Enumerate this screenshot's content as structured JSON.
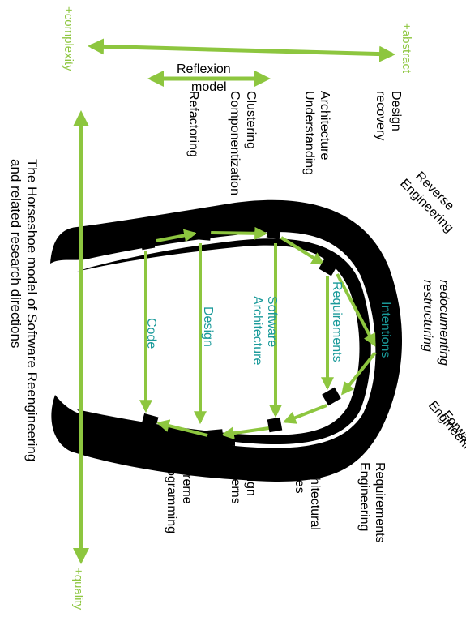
{
  "axes": {
    "top_left": "+complexity",
    "top_right": "+abstract",
    "bottom": "+quality",
    "accent_color": "#8dc63f"
  },
  "reflexion_model": [
    "Reflexion",
    "model"
  ],
  "top_labels": {
    "design_recovery": [
      "Design",
      "recovery"
    ],
    "architecture_understanding": [
      "Architecture",
      "Understanding"
    ],
    "clustering": "Clustering",
    "componentization": "Componentization",
    "refactoring": "Refactoring"
  },
  "side_labels": {
    "reverse_engineering": [
      "Reverse",
      "Engineering"
    ],
    "redocumenting": [
      "redocumenting",
      "restructuring"
    ],
    "forward_engineering": [
      "Forward",
      "Engineering"
    ]
  },
  "bottom_labels": {
    "requirements_engineering": [
      "Requirements",
      "Engineering"
    ],
    "architectural_styles": [
      "Architectural",
      "Styles"
    ],
    "design_patterns": [
      "Design",
      "Patterns"
    ],
    "extreme_programming": [
      "Extreme",
      "Programming"
    ]
  },
  "levels": {
    "code": "Code",
    "design": "Design",
    "software_architecture": [
      "Software",
      "Architecture"
    ],
    "requirements": "Requirements",
    "intentions": "Intentions",
    "level_color": "#1a9a9a"
  },
  "caption": [
    "The Horseshoe model of Software Reengineering",
    "and related research directions"
  ]
}
